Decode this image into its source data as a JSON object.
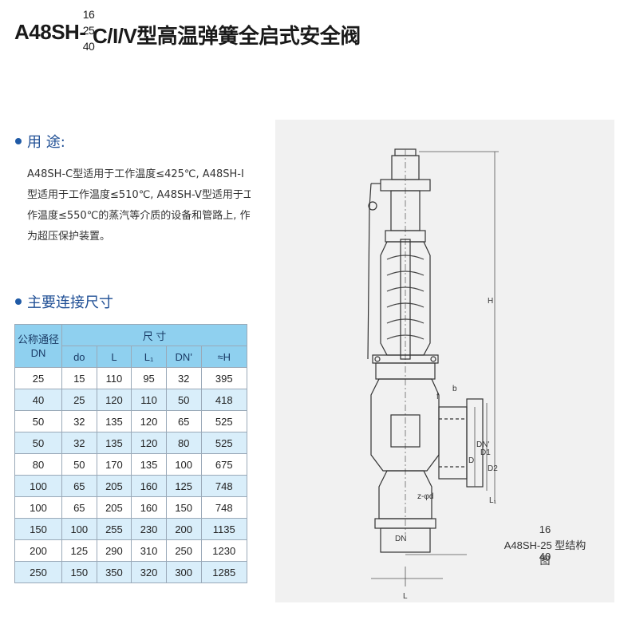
{
  "title": {
    "prefix": "A48SH-",
    "pressure_top": "16",
    "pressure_mid": "25",
    "pressure_bottom": "40",
    "suffix": "C/I/V型高温弹簧全启式安全阀"
  },
  "section_usage": {
    "heading": "用  途:",
    "lines": [
      "      A48SH-C型适用于工作温度≤425℃, A48SH-I",
      "型适用于工作温度≤510℃, A48SH-V型适用于工",
      "作温度≤550℃的蒸汽等介质的设备和管路上, 作",
      "为超压保护装置。"
    ]
  },
  "section_dims": {
    "heading": "主要连接尺寸"
  },
  "table": {
    "col_dn_line1": "公称通径",
    "col_dn_line2": "DN",
    "group_header": "尺 寸",
    "sub_headers": [
      "do",
      "L",
      "L₁",
      "DN'",
      "≈H"
    ],
    "rows": [
      [
        "25",
        "15",
        "110",
        "95",
        "32",
        "395"
      ],
      [
        "40",
        "25",
        "120",
        "110",
        "50",
        "418"
      ],
      [
        "50",
        "32",
        "135",
        "120",
        "65",
        "525"
      ],
      [
        "50",
        "32",
        "135",
        "120",
        "80",
        "525"
      ],
      [
        "80",
        "50",
        "170",
        "135",
        "100",
        "675"
      ],
      [
        "100",
        "65",
        "205",
        "160",
        "125",
        "748"
      ],
      [
        "100",
        "65",
        "205",
        "160",
        "150",
        "748"
      ],
      [
        "150",
        "100",
        "255",
        "230",
        "200",
        "1135"
      ],
      [
        "200",
        "125",
        "290",
        "310",
        "250",
        "1230"
      ],
      [
        "250",
        "150",
        "350",
        "320",
        "300",
        "1285"
      ]
    ]
  },
  "drawing": {
    "labels": {
      "H": "H",
      "b": "b",
      "DN_prime": "DN'",
      "D": "D",
      "D1": "D1",
      "D2": "D2",
      "L1": "L₁",
      "L": "L",
      "zd": "z-φd",
      "DN": "DN",
      "f": "f"
    },
    "caption_top": "16",
    "caption_mid": "A48SH-25 型结构图",
    "caption_bottom": "40"
  },
  "colors": {
    "accent_blue": "#1f4f95",
    "header_blue": "#8fd0ef",
    "row_stripe": "#d9eefa"
  }
}
